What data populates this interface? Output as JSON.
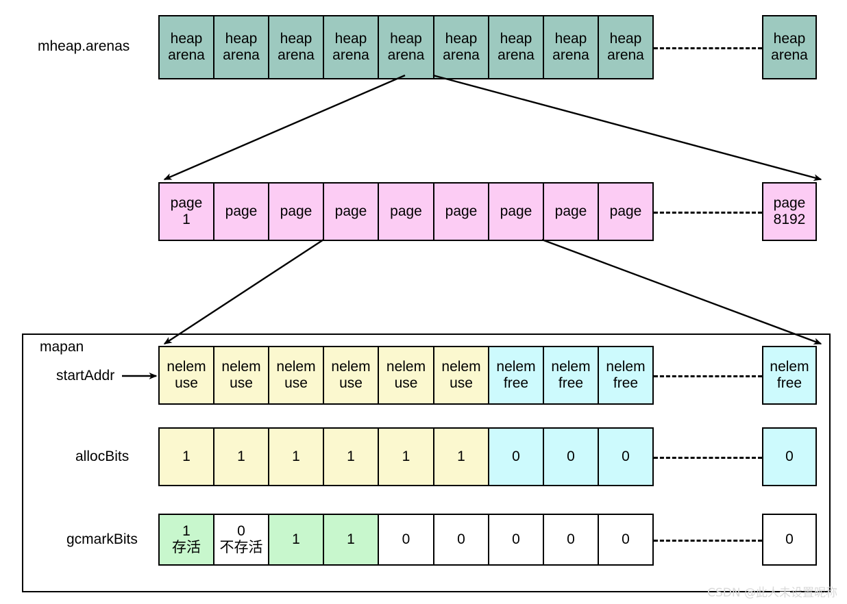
{
  "diagram": {
    "title_hidden": "",
    "colors": {
      "arena": "#9dc9bf",
      "page": "#fcccf4",
      "nelem_use": "#fbf8cf",
      "nelem_free": "#cdfafd",
      "allocbits_one": "#fbf8cf",
      "allocbits_zero": "#cdfafd",
      "gcmark_live": "#c8f7cd",
      "gcmark_dead": "#ffffff",
      "stroke": "#000000",
      "background": "#ffffff",
      "watermark": "#d9d9d9"
    }
  },
  "rows": {
    "arenas": {
      "label": "mheap.arenas",
      "cells": [
        {
          "l1": "heap",
          "l2": "arena"
        },
        {
          "l1": "heap",
          "l2": "arena"
        },
        {
          "l1": "heap",
          "l2": "arena"
        },
        {
          "l1": "heap",
          "l2": "arena"
        },
        {
          "l1": "heap",
          "l2": "arena"
        },
        {
          "l1": "heap",
          "l2": "arena"
        },
        {
          "l1": "heap",
          "l2": "arena"
        },
        {
          "l1": "heap",
          "l2": "arena"
        },
        {
          "l1": "heap",
          "l2": "arena"
        }
      ],
      "tail_cell": {
        "l1": "heap",
        "l2": "arena"
      }
    },
    "pages": {
      "label": "",
      "cells": [
        {
          "l1": "page",
          "l2": "1"
        },
        {
          "l1": "page",
          "l2": ""
        },
        {
          "l1": "page",
          "l2": ""
        },
        {
          "l1": "page",
          "l2": ""
        },
        {
          "l1": "page",
          "l2": ""
        },
        {
          "l1": "page",
          "l2": ""
        },
        {
          "l1": "page",
          "l2": ""
        },
        {
          "l1": "page",
          "l2": ""
        },
        {
          "l1": "page",
          "l2": ""
        }
      ],
      "tail_cell": {
        "l1": "page",
        "l2": "8192"
      }
    },
    "nelem": {
      "label": "startAddr",
      "cells": [
        {
          "l1": "nelem",
          "l2": "use",
          "state": "use"
        },
        {
          "l1": "nelem",
          "l2": "use",
          "state": "use"
        },
        {
          "l1": "nelem",
          "l2": "use",
          "state": "use"
        },
        {
          "l1": "nelem",
          "l2": "use",
          "state": "use"
        },
        {
          "l1": "nelem",
          "l2": "use",
          "state": "use"
        },
        {
          "l1": "nelem",
          "l2": "use",
          "state": "use"
        },
        {
          "l1": "nelem",
          "l2": "free",
          "state": "free"
        },
        {
          "l1": "nelem",
          "l2": "free",
          "state": "free"
        },
        {
          "l1": "nelem",
          "l2": "free",
          "state": "free"
        }
      ],
      "tail_cell": {
        "l1": "nelem",
        "l2": "free",
        "state": "free"
      }
    },
    "allocBits": {
      "label": "allocBits",
      "cells": [
        {
          "l1": "1",
          "l2": "",
          "state": "one"
        },
        {
          "l1": "1",
          "l2": "",
          "state": "one"
        },
        {
          "l1": "1",
          "l2": "",
          "state": "one"
        },
        {
          "l1": "1",
          "l2": "",
          "state": "one"
        },
        {
          "l1": "1",
          "l2": "",
          "state": "one"
        },
        {
          "l1": "1",
          "l2": "",
          "state": "one"
        },
        {
          "l1": "0",
          "l2": "",
          "state": "zero"
        },
        {
          "l1": "0",
          "l2": "",
          "state": "zero"
        },
        {
          "l1": "0",
          "l2": "",
          "state": "zero"
        }
      ],
      "tail_cell": {
        "l1": "0",
        "l2": "",
        "state": "zero"
      }
    },
    "gcmarkBits": {
      "label": "gcmarkBits",
      "cells": [
        {
          "l1": "1",
          "l2": "存活",
          "state": "live"
        },
        {
          "l1": "0",
          "l2": "不存活",
          "state": "dead"
        },
        {
          "l1": "1",
          "l2": "",
          "state": "live"
        },
        {
          "l1": "1",
          "l2": "",
          "state": "live"
        },
        {
          "l1": "0",
          "l2": "",
          "state": "dead"
        },
        {
          "l1": "0",
          "l2": "",
          "state": "dead"
        },
        {
          "l1": "0",
          "l2": "",
          "state": "dead"
        },
        {
          "l1": "0",
          "l2": "",
          "state": "dead"
        },
        {
          "l1": "0",
          "l2": "",
          "state": "dead"
        }
      ],
      "tail_cell": {
        "l1": "0",
        "l2": "",
        "state": "dead"
      }
    }
  },
  "container": {
    "label": "mapan"
  },
  "watermark": {
    "text": "CSDN @此人未设置昵称"
  },
  "chart_data": {
    "type": "table",
    "title": "Go mheap arena / page / mspan memory layout",
    "levels": [
      {
        "name": "mheap.arenas",
        "cell_label": "heap arena",
        "visible_count": 9,
        "has_ellipsis": true,
        "tail_label": "heap arena"
      },
      {
        "name": "pages",
        "cell_label": "page",
        "visible_count": 9,
        "first_index": "1",
        "has_ellipsis": true,
        "tail_label": "page 8192"
      },
      {
        "name": "mspan.nelem",
        "visible_count": 9,
        "used": 6,
        "free": 3,
        "has_ellipsis": true,
        "tail_label": "nelem free"
      },
      {
        "name": "allocBits",
        "values": [
          1,
          1,
          1,
          1,
          1,
          1,
          0,
          0,
          0
        ],
        "tail_value": 0
      },
      {
        "name": "gcmarkBits",
        "values": [
          1,
          0,
          1,
          1,
          0,
          0,
          0,
          0,
          0
        ],
        "tail_value": 0,
        "annotations": [
          "存活",
          "不存活"
        ]
      }
    ]
  }
}
